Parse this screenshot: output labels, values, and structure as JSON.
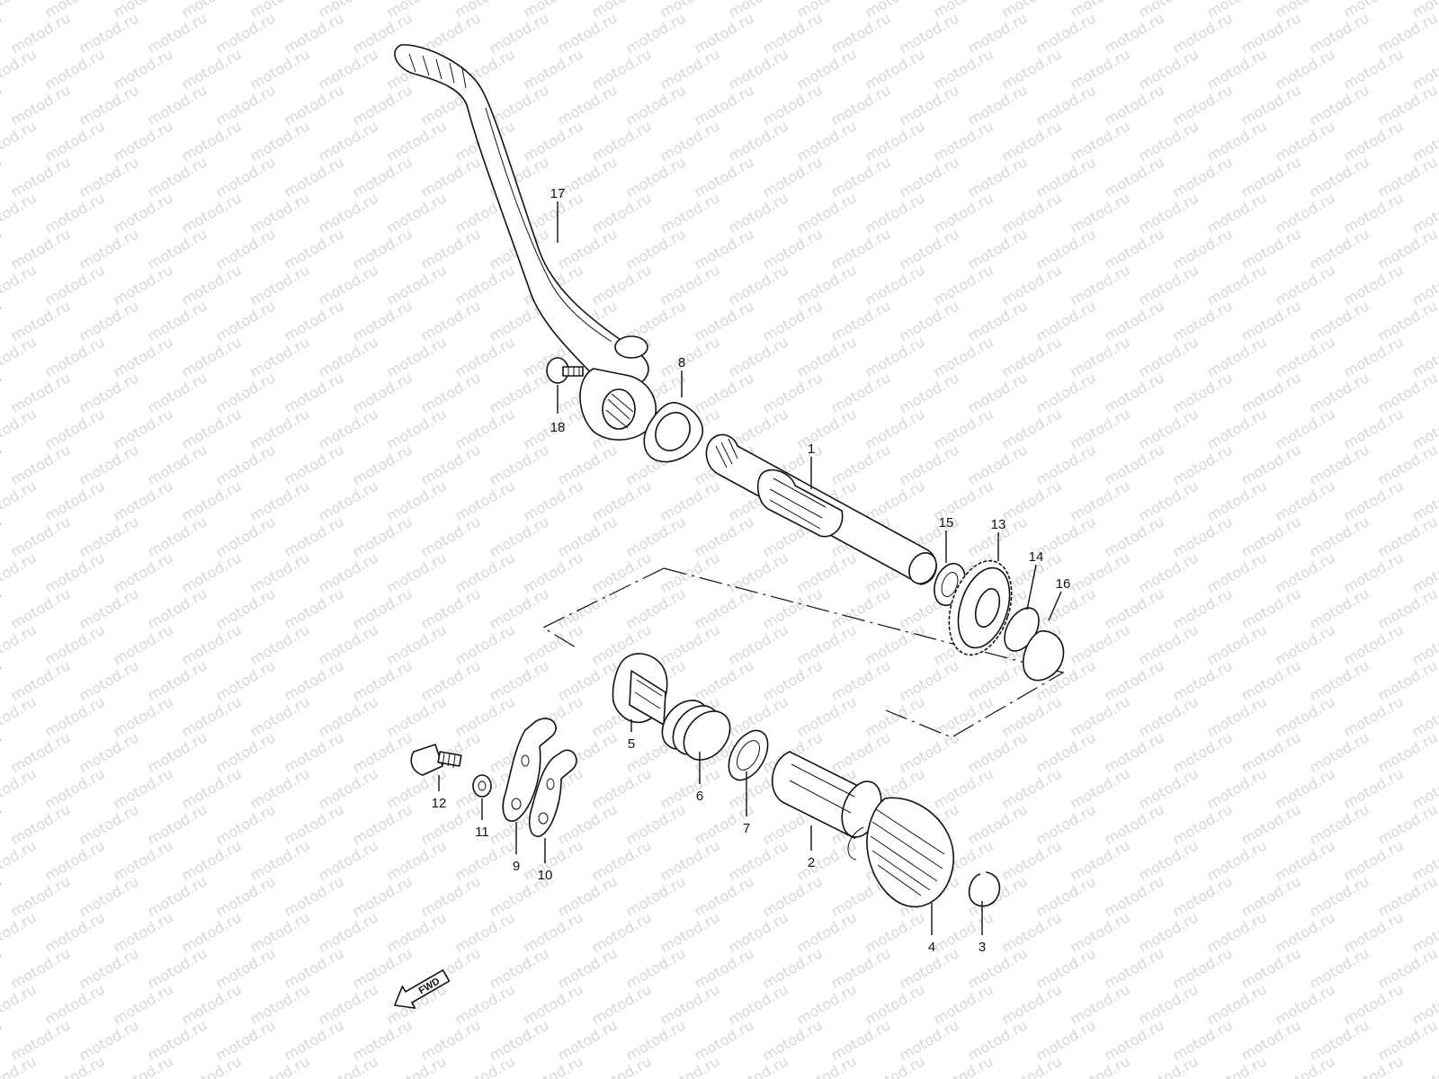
{
  "watermark": {
    "text": "motod.ru"
  },
  "fwd_label": "FWD",
  "callouts": [
    {
      "id": "1",
      "label": "1"
    },
    {
      "id": "2",
      "label": "2"
    },
    {
      "id": "3",
      "label": "3"
    },
    {
      "id": "4",
      "label": "4"
    },
    {
      "id": "5",
      "label": "5"
    },
    {
      "id": "6",
      "label": "6"
    },
    {
      "id": "7",
      "label": "7"
    },
    {
      "id": "8",
      "label": "8"
    },
    {
      "id": "9",
      "label": "9"
    },
    {
      "id": "10",
      "label": "10"
    },
    {
      "id": "11",
      "label": "11"
    },
    {
      "id": "12",
      "label": "12"
    },
    {
      "id": "13",
      "label": "13"
    },
    {
      "id": "14",
      "label": "14"
    },
    {
      "id": "15",
      "label": "15"
    },
    {
      "id": "16",
      "label": "16"
    },
    {
      "id": "17",
      "label": "17"
    },
    {
      "id": "18",
      "label": "18"
    }
  ]
}
